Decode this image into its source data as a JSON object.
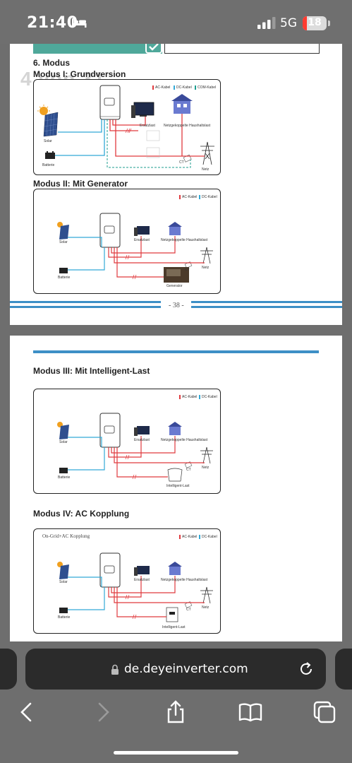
{
  "status_bar": {
    "time": "21:40",
    "network": "5G",
    "battery_level": "18",
    "battery_fraction": 0.18
  },
  "document": {
    "page_badge": "4 von 31",
    "section_title": "6. Modus",
    "mode1": {
      "title": "Modus I: Grundversion",
      "legend": [
        "AC-Kabel",
        "DC-Kabel",
        "COM-Kabel"
      ],
      "labels": {
        "solar": "Solar",
        "battery": "Batterie",
        "backup": "Ersatzlast",
        "home": "Netzgekoppelte Haushaltslast",
        "ct": "CT",
        "grid": "Netz"
      }
    },
    "mode2": {
      "title": "Modus II: Mit Generator",
      "legend": [
        "AC-Kabel",
        "DC-Kabel"
      ],
      "labels": {
        "solar": "Solar",
        "battery": "Batterie",
        "backup": "Ersatzlast",
        "home": "Netzgekoppelte Haushaltslast",
        "ct": "CT",
        "grid": "Netz",
        "generator": "Generator"
      }
    },
    "page_number": "- 38 -",
    "mode3": {
      "title": "Modus III: Mit Intelligent-Last",
      "legend": [
        "AC-Kabel",
        "DC-Kabel"
      ],
      "labels": {
        "solar": "Solar",
        "battery": "Batterie",
        "backup": "Ersatzlast",
        "home": "Netzgekoppelte Haushaltslast",
        "ct": "CT",
        "grid": "Netz",
        "smart": "Intelligent-Last"
      }
    },
    "mode4": {
      "title": "Modus IV: AC Kopplung",
      "caption": "On-Grid+AC Kopplung",
      "legend": [
        "AC-Kabel",
        "DC-Kabel"
      ],
      "labels": {
        "solar": "Solar",
        "battery": "Batterie",
        "backup": "Ersatzlast",
        "home": "Netzgekoppelte Haushaltslast",
        "ct": "CT",
        "grid": "Netz",
        "smart": "Intelligent-Last"
      }
    }
  },
  "browser": {
    "url": "de.deyeinverter.com"
  },
  "colors": {
    "ac": "#e03a3e",
    "dc": "#33a9d6",
    "com": "#1d9e8f"
  }
}
